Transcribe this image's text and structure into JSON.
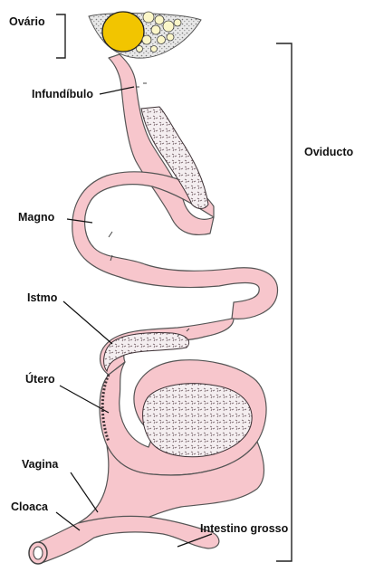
{
  "labels": {
    "ovario": "Ovário",
    "infundibulo": "Infundíbulo",
    "magno": "Magno",
    "istmo": "Istmo",
    "utero": "Útero",
    "vagina": "Vagina",
    "cloaca": "Cloaca",
    "intestino": "Intestino grosso",
    "oviducto": "Oviducto"
  },
  "colors": {
    "tract_fill": "#f7c6cc",
    "tract_stroke": "#555555",
    "yolk": "#f2c500",
    "follicle": "#fbf6c8",
    "bracket": "#222222"
  }
}
